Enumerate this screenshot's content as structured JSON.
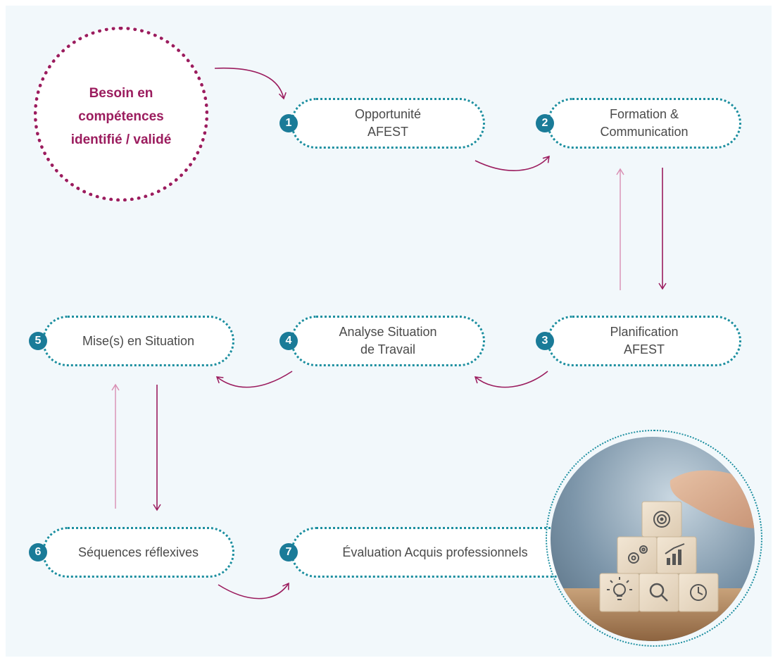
{
  "need": {
    "label": "Besoin en\ncompétences\nidentifié / validé"
  },
  "steps": [
    {
      "number": "1",
      "label": "Opportunité\nAFEST"
    },
    {
      "number": "2",
      "label": "Formation &\nCommunication"
    },
    {
      "number": "3",
      "label": "Planification\nAFEST"
    },
    {
      "number": "4",
      "label": "Analyse Situation\nde Travail"
    },
    {
      "number": "5",
      "label": "Mise(s) en Situation"
    },
    {
      "number": "6",
      "label": "Séquences réflexives"
    },
    {
      "number": "7",
      "label": "Évaluation Acquis professionnels"
    }
  ],
  "image": {
    "icons": [
      "target-icon",
      "gears-icon",
      "bar-chart-icon",
      "lightbulb-icon",
      "magnifier-icon",
      "clock-icon"
    ]
  },
  "colors": {
    "accent": "#9b1c5e",
    "accent_light": "#d98fb3",
    "teal": "#1d8fa0",
    "badge": "#1a7b98",
    "background": "#f2f8fb"
  }
}
